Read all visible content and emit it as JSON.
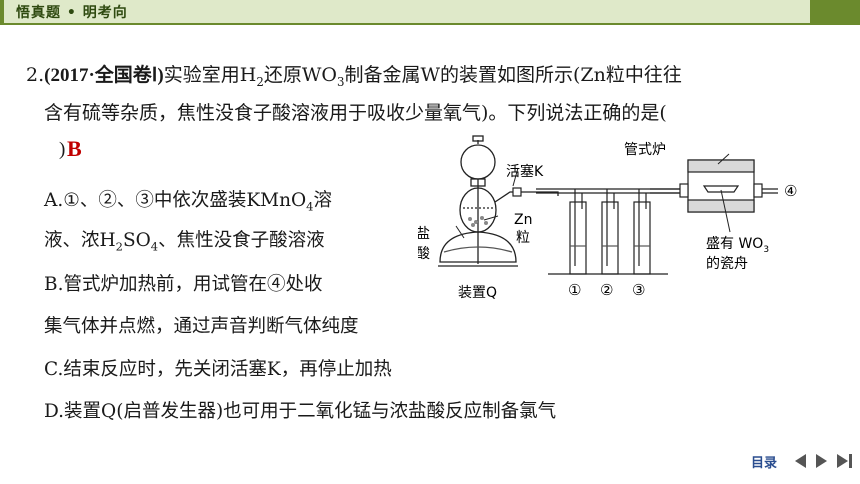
{
  "header": {
    "title": "悟真题 • 明考向"
  },
  "question": {
    "number": "2.",
    "source": "(2017·全国卷Ⅰ)",
    "line1_after_source": "实验室用H",
    "line1_h_sub": "2",
    "line1_mid": "还原WO",
    "line1_wo_sub": "3",
    "line1_end": "制备金属W的装置如图所示(Zn粒中往往",
    "line2": "含有硫等杂质，焦性没食子酸溶液用于吸收少量氧气)。下列说法正确的是(",
    "answer_close": ")",
    "answer": "B"
  },
  "options": {
    "a_line1_pre": "A.①、②、③中依次盛装KMnO",
    "a_line1_sub": "4",
    "a_line1_post": "溶",
    "a_line2_pre": "液、浓H",
    "a_line2_sub1": "2",
    "a_line2_mid": "SO",
    "a_line2_sub2": "4",
    "a_line2_post": "、焦性没食子酸溶液",
    "b_line1": "B.管式炉加热前，用试管在④处收",
    "b_line2": "集气体并点燃，通过声音判断气体纯度",
    "c": "C.结束反应时，先关闭活塞K，再停止加热",
    "d": "D.装置Q(启普发生器)也可用于二氧化锰与浓盐酸反应制备氯气"
  },
  "figure": {
    "valve_label": "活塞K",
    "zn_label_1": "Zn",
    "zn_label_2": "粒",
    "acid_label_1": "盐",
    "acid_label_2": "酸",
    "device_q_label": "装置Q",
    "furnace_label": "管式炉",
    "tube_1": "①",
    "tube_2": "②",
    "tube_3": "③",
    "outlet_4": "④",
    "boat_label_1": "盛有 WO",
    "boat_label_1_sub": "3",
    "boat_label_2": "的瓷舟"
  },
  "footer": {
    "mulu": "目录"
  }
}
